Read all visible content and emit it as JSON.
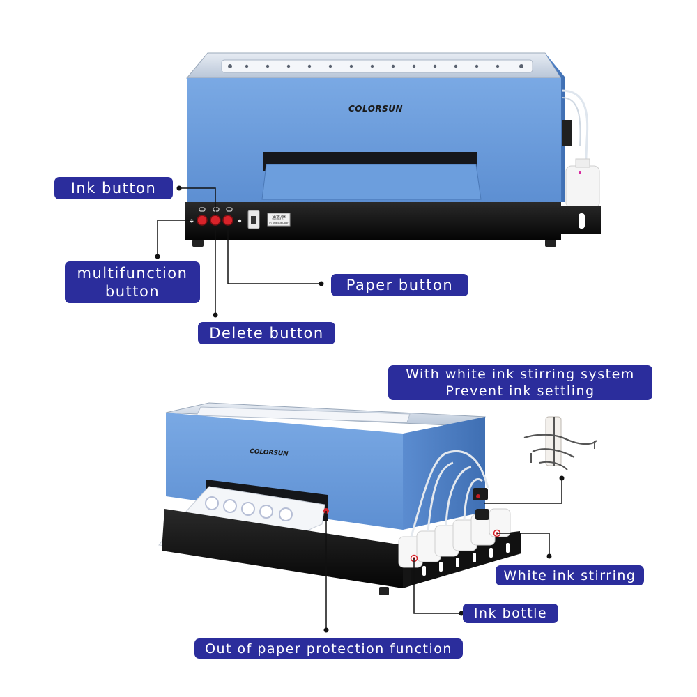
{
  "brand": {
    "logo_text": "COLORSUN"
  },
  "panel_tag": {
    "line1": "通道/停",
    "line2": "In and out Door"
  },
  "callouts": {
    "ink_button": "Ink  button",
    "multifunction_button": [
      "multifunction",
      "button"
    ],
    "paper_button": "Paper  button",
    "delete_button": "Delete  button",
    "white_ink_system": [
      "With  white  ink  stirring  system",
      "Prevent  ink  settling"
    ],
    "white_ink_stirring": "White  ink  stirring",
    "ink_bottle": "Ink  bottle",
    "out_of_paper": "Out  of  paper  protection  function"
  },
  "colors": {
    "label_bg": "#2b2d9c",
    "label_text": "#ffffff",
    "printer_blue": "#6d9fde",
    "printer_blue_dark": "#4f7fc0",
    "base_black": "#111111",
    "button_red": "#d8232a"
  },
  "icons": [
    "button-indicator-icon",
    "power-switch-icon",
    "stirring-propeller-icon"
  ]
}
